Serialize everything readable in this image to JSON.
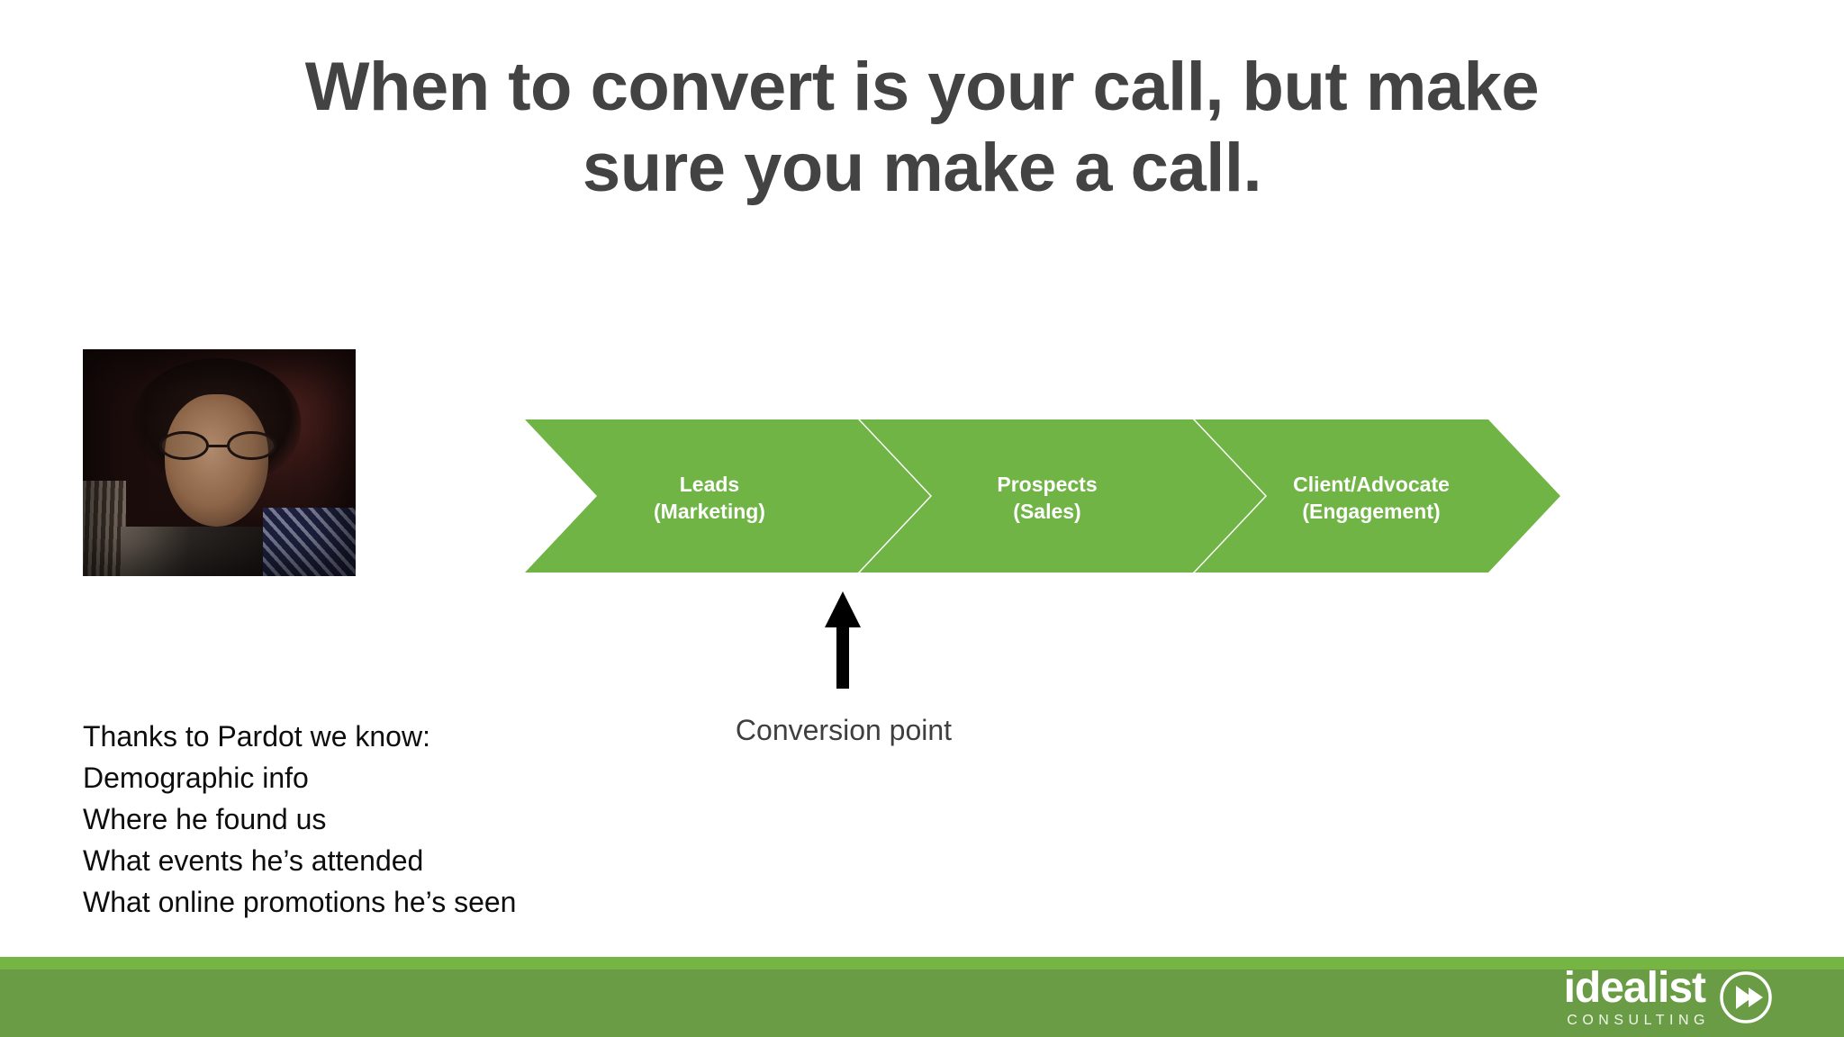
{
  "slide": {
    "title_line1": "When to convert is your call, but make",
    "title_line2": "sure you make a call.",
    "title_color": "#434343",
    "background": "#ffffff"
  },
  "photo": {
    "alt": "man-with-curly-hair-and-round-glasses"
  },
  "process": {
    "accent_color": "#70b446",
    "label_color": "#ffffff",
    "stages": [
      {
        "line1": "Leads",
        "line2": "(Marketing)"
      },
      {
        "line1": "Prospects",
        "line2": "(Sales)"
      },
      {
        "line1": "Client/Advocate",
        "line2": "(Engagement)"
      }
    ]
  },
  "annotation": {
    "conversion_label": "Conversion point",
    "arrow_color": "#000000",
    "label_color": "#3f3f3f"
  },
  "insights": {
    "items": [
      "Thanks to Pardot we know:",
      "Demographic info",
      "Where he found us",
      "What events he’s attended",
      "What online promotions he’s seen"
    ]
  },
  "footer": {
    "strip_light_color": "#76b544",
    "strip_dark_color": "#6a9c45",
    "logo_name": "idealist",
    "logo_sub": "CONSULTING"
  }
}
